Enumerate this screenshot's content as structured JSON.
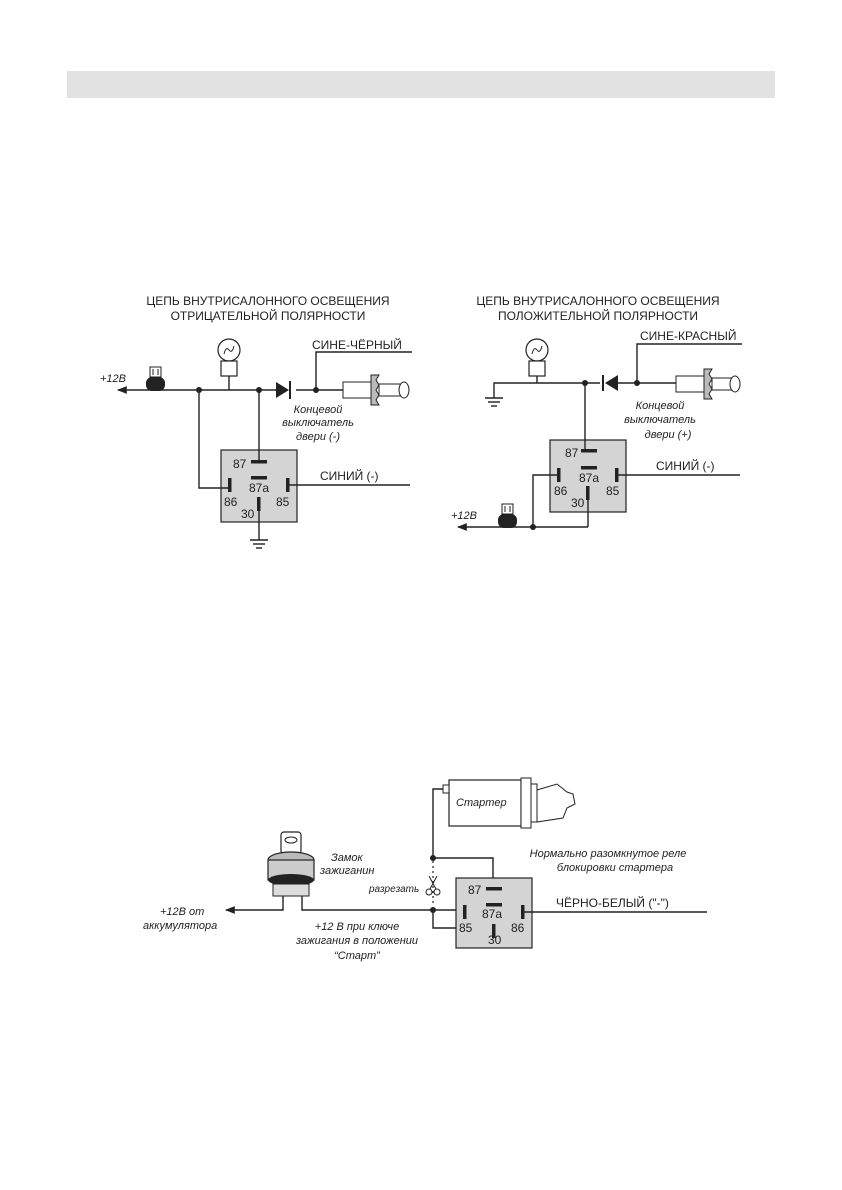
{
  "diagram1": {
    "title_line1": "ЦЕПЬ ВНУТРИСАЛОННОГО ОСВЕЩЕНИЯ",
    "title_line2": "ОТРИЦАТЕЛЬНОЙ ПОЛЯРНОСТИ",
    "plus12": "+12В",
    "wire_top": "СИНЕ-ЧЁРНЫЙ",
    "wire_relay": "СИНИЙ (-)",
    "switch_l1": "Концевой",
    "switch_l2": "выключатель",
    "switch_l3": "двери (-)",
    "pins": {
      "p87": "87",
      "p87a": "87a",
      "p86": "86",
      "p85": "85",
      "p30": "30"
    }
  },
  "diagram2": {
    "title_line1": "ЦЕПЬ ВНУТРИСАЛОННОГО ОСВЕЩЕНИЯ",
    "title_line2": "ПОЛОЖИТЕЛЬНОЙ ПОЛЯРНОСТИ",
    "plus12": "+12В",
    "wire_top": "СИНЕ-КРАСНЫЙ",
    "wire_relay": "СИНИЙ (-)",
    "switch_l1": "Концевой",
    "switch_l2": "выключатель",
    "switch_l3": "двери (+)",
    "pins": {
      "p87": "87",
      "p87a": "87a",
      "p86": "86",
      "p85": "85",
      "p30": "30"
    }
  },
  "diagram3": {
    "starter": "Стартер",
    "lock_l1": "Замок",
    "lock_l2": "зажиганин",
    "cut": "разрезать",
    "battery_l1": "+12В от",
    "battery_l2": "аккумулятора",
    "key_l1": "+12 В при ключе",
    "key_l2": "зажигания в положении",
    "key_l3": "“Старт”",
    "relay_l1": "Нормально разомкнутое реле",
    "relay_l2": "блокировки стартера",
    "wire_relay": "ЧЁРНО-БЕЛЫЙ (\"-\")",
    "pins": {
      "p87": "87",
      "p87a": "87a",
      "p86": "86",
      "p85": "85",
      "p30": "30"
    }
  }
}
